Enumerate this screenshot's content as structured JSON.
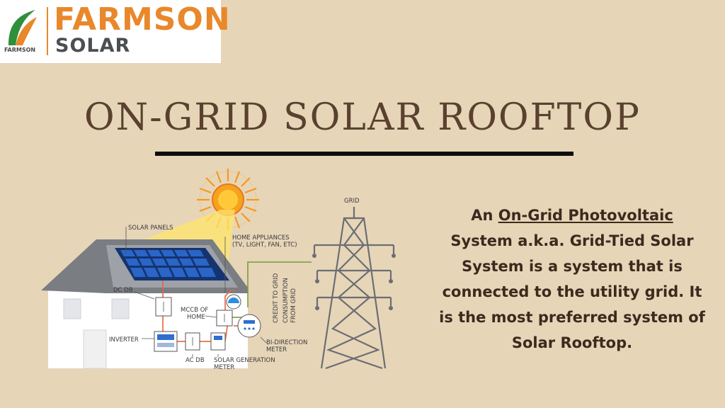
{
  "logo": {
    "name": "FARMSON",
    "sub": "SOLAR",
    "small": "FARMSON",
    "colors": {
      "orange": "#e9882a",
      "gray": "#4c4f52",
      "green": "#2f8f3a"
    }
  },
  "title": "ON-GRID SOLAR ROOFTOP",
  "description": {
    "prefix": "An ",
    "emphasis": "On-Grid Photovoltaic",
    "rest": " System a.k.a. Grid-Tied Solar System is a system that is connected to the utility grid. It is the most preferred system of Solar Rooftop."
  },
  "diagram_labels": {
    "solar_panels": "SOLAR PANELS",
    "home_appliances_1": "HOME APPLIANCES",
    "home_appliances_2": "(TV, LIGHT, FAN, ETC)",
    "dc_db": "DC DB",
    "mccb_1": "MCCB OF",
    "mccb_2": "HOME",
    "inverter": "INVERTER",
    "ac_db": "AC DB",
    "solar_gen_1": "SOLAR GENERATION",
    "solar_gen_2": "METER",
    "bi_dir_1": "BI-DIRECTION",
    "bi_dir_2": "METER",
    "credit": "CREDIT TO GRID",
    "consumption_1": "CONSUMPTION",
    "consumption_2": "FROM GRID",
    "grid": "GRID"
  },
  "colors": {
    "background": "#e7d5b8",
    "title": "#5a412f",
    "text": "#3b2a1d",
    "sun": "#f6a21c",
    "panel": "#1f4fa8",
    "wire_red": "#e8643a",
    "wire_green": "#7a9c3a"
  }
}
